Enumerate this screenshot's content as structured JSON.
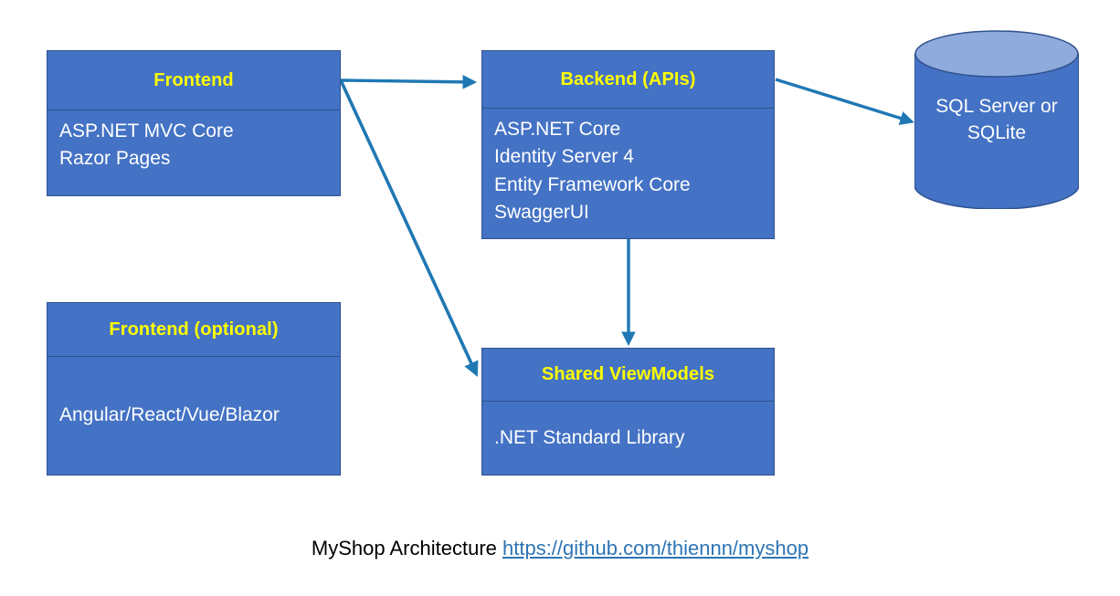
{
  "diagram": {
    "colors": {
      "box_fill": "#4472C4",
      "box_border": "#2F528F",
      "header_text": "#FFFF00",
      "body_text": "#FFFFFF",
      "arrow": "#1F78B4",
      "cylinder_top": "#8FAADC",
      "link_text": "#2E74B5"
    },
    "nodes": {
      "frontend": {
        "title": "Frontend",
        "body": "ASP.NET MVC Core\nRazor Pages"
      },
      "frontend_optional": {
        "title": "Frontend (optional)",
        "body": "Angular/React/Vue/Blazor"
      },
      "backend": {
        "title": "Backend (APIs)",
        "body": "ASP.NET Core\nIdentity Server 4\nEntity Framework Core\nSwaggerUI"
      },
      "shared": {
        "title": "Shared ViewModels",
        "body": ".NET Standard Library"
      },
      "database": {
        "label": "SQL Server or\nSQLite"
      }
    },
    "connectors": [
      {
        "name": "frontend-to-backend",
        "from": "frontend",
        "to": "backend"
      },
      {
        "name": "frontend-to-shared",
        "from": "frontend",
        "to": "shared"
      },
      {
        "name": "backend-to-database",
        "from": "backend",
        "to": "database"
      },
      {
        "name": "backend-to-shared",
        "from": "backend",
        "to": "shared"
      }
    ]
  },
  "caption": {
    "text": "MyShop Architecture ",
    "link": "https://github.com/thiennn/myshop"
  }
}
